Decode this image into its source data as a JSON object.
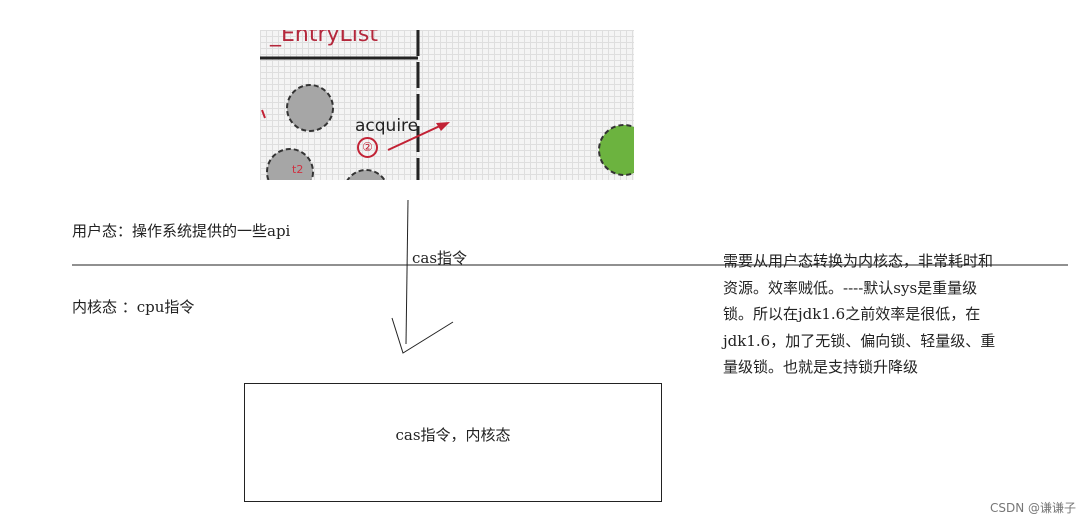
{
  "source_image": {
    "title": "_EntryList",
    "action_label": "acquire",
    "step_badge": "②",
    "thread_label": "t2"
  },
  "labels": {
    "user_mode": "用户态：操作系统提供的一些api",
    "kernel_mode": "内核态 ：cpu指令",
    "cas_instruction": "cas指令",
    "box_text": "cas指令，内核态"
  },
  "note_lines": [
    "需要从用户态转换为内核态，非常耗时和",
    "资源。效率贼低。----默认sys是重量级",
    "锁。所以在jdk1.6之前效率是很低，在",
    "jdk1.6，加了无锁、偏向锁、轻量级、重",
    "量级锁。也就是支持锁升降级"
  ],
  "watermark": "CSDN @谦谦子",
  "colors": {
    "title_red": "#b4283c",
    "thread_gray": "#a6a6a6",
    "thread_green": "#6cb33f",
    "arrow_red": "#c22235"
  }
}
